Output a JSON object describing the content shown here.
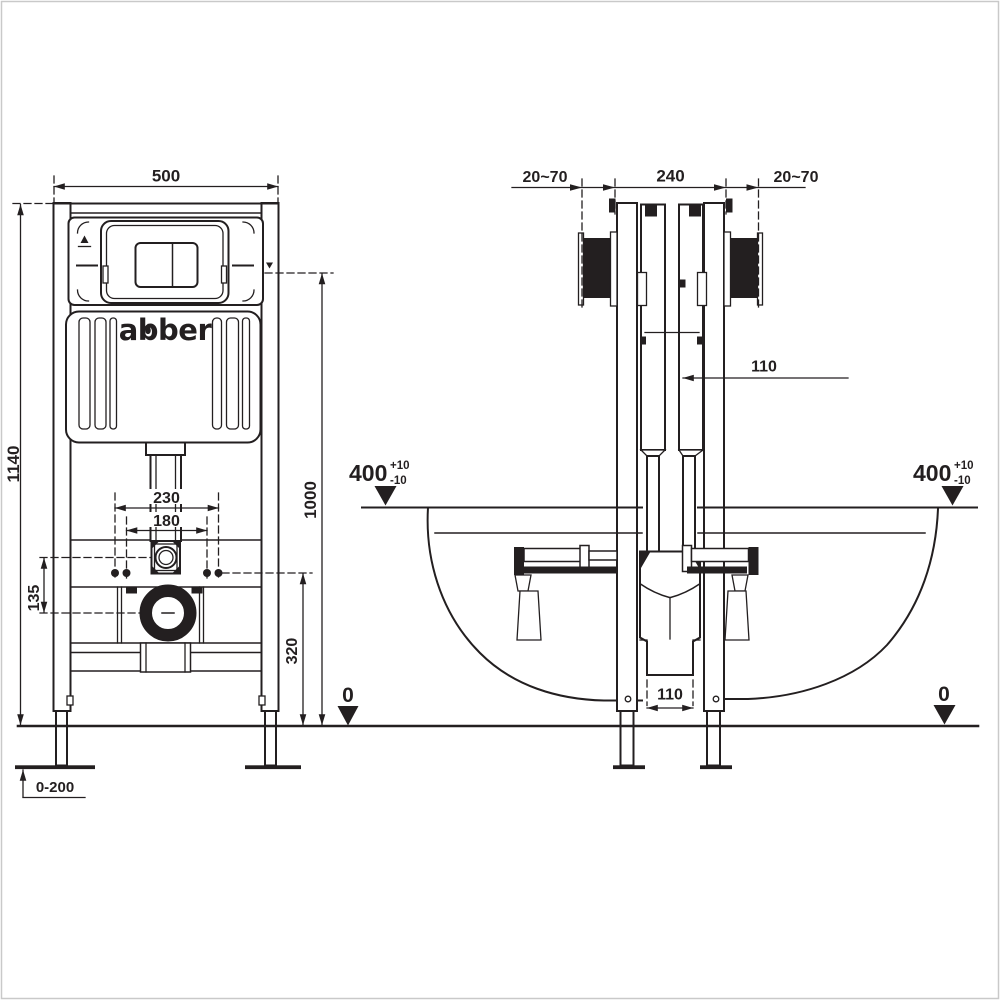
{
  "title": "concealed-cistern-installation-frame-drawing",
  "brand": {
    "logo": "abber"
  },
  "colors": {
    "line": "#231f20",
    "background": "#ffffff"
  },
  "front_view": {
    "width": "500",
    "height": "1140",
    "bolt_spacing_outer": "230",
    "bolt_spacing_inner": "180",
    "inlet_drain_offset": "135",
    "plate_height": "1000",
    "drain_height": "320",
    "floor_datum": "0",
    "foot_adjustment": "0-200"
  },
  "side_view": {
    "wall_gap_left": "20~70",
    "frame_depth": "240",
    "wall_gap_right": "20~70",
    "cistern_depth": "110",
    "bowl_height_left": {
      "value": "400",
      "tolerance_plus": "+10",
      "tolerance_minus": "-10"
    },
    "bowl_height_right": {
      "value": "400",
      "tolerance_plus": "+10",
      "tolerance_minus": "-10"
    },
    "outlet_spacing": "110",
    "floor_datum": "0"
  }
}
